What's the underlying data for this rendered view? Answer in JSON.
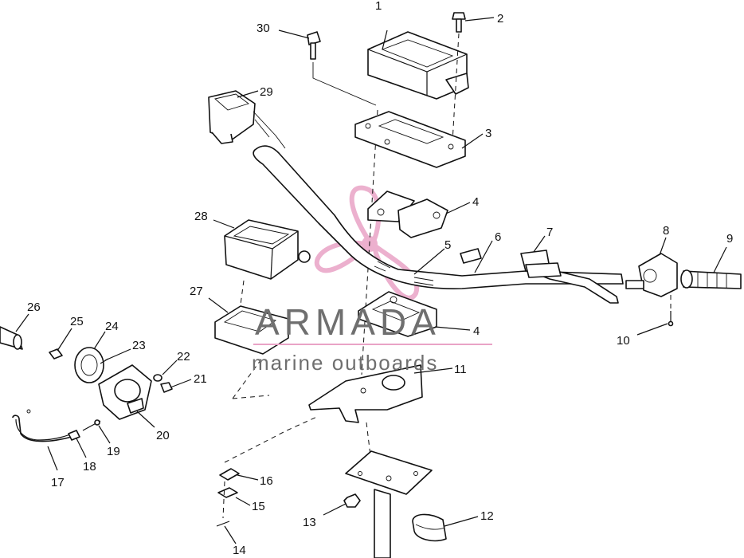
{
  "watermark": {
    "brand": "ARMADA",
    "tagline": "marine outboards",
    "logo_color": "#e9a3c6",
    "text_color": "#6f6f6f"
  },
  "callouts": {
    "c1": "1",
    "c2": "2",
    "c3": "3",
    "c4a": "4",
    "c4b": "4",
    "c5": "5",
    "c6": "6",
    "c7": "7",
    "c8": "8",
    "c9": "9",
    "c10": "10",
    "c11": "11",
    "c12": "12",
    "c13": "13",
    "c14": "14",
    "c15": "15",
    "c16": "16",
    "c17": "17",
    "c18": "18",
    "c19": "19",
    "c20": "20",
    "c21": "21",
    "c22": "22",
    "c23": "23",
    "c24": "24",
    "c25": "25",
    "c26": "26",
    "c27": "27",
    "c28": "28",
    "c29": "29",
    "c30": "30"
  }
}
